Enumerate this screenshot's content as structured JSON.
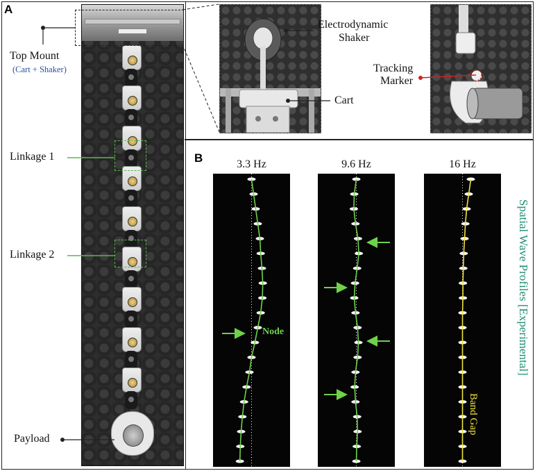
{
  "panels": {
    "a": {
      "letter": "A",
      "top_mount": "Top Mount",
      "top_mount_sub": "(Cart + Shaker)",
      "linkage1": "Linkage 1",
      "linkage2": "Linkage 2",
      "payload": "Payload",
      "shaker": "Electrodynamic",
      "shaker2": "Shaker",
      "cart": "Cart",
      "tracking1": "Tracking",
      "tracking2": "Marker"
    },
    "b": {
      "letter": "B",
      "freqs": [
        "3.3 Hz",
        "9.6 Hz",
        "16 Hz"
      ],
      "node": "Node",
      "band_gap": "Band Gap",
      "side_caption": "Spatial Wave Profiles [Experimental]"
    }
  },
  "colors": {
    "green_line": "#6fd24a",
    "yellow_line": "#f2e23a",
    "caption": "#1f8f73",
    "callout_red": "#cc2222"
  },
  "chart_data": {
    "type": "line",
    "series": [
      {
        "name": "3.3 Hz",
        "values": [
          0.0,
          0.05,
          0.1,
          0.15,
          0.2,
          0.22,
          0.25,
          0.27,
          0.26,
          0.22,
          0.15,
          0.08,
          0.0,
          -0.05,
          -0.12,
          -0.18,
          -0.22,
          -0.25,
          -0.27,
          -0.28
        ]
      },
      {
        "name": "9.6 Hz",
        "values": [
          0.0,
          -0.05,
          -0.06,
          -0.02,
          0.04,
          0.06,
          0.02,
          -0.03,
          -0.05,
          -0.02,
          0.03,
          0.05,
          0.03,
          -0.02,
          -0.04,
          -0.02,
          0.02,
          0.03,
          0.01,
          0.0
        ]
      },
      {
        "name": "16 Hz",
        "values": [
          0.2,
          0.15,
          0.1,
          0.07,
          0.05,
          0.03,
          0.02,
          0.01,
          0.01,
          0.0,
          0.0,
          0.0,
          0.0,
          0.0,
          0.0,
          0.0,
          0.0,
          0.0,
          0.0,
          0.0
        ]
      }
    ]
  }
}
